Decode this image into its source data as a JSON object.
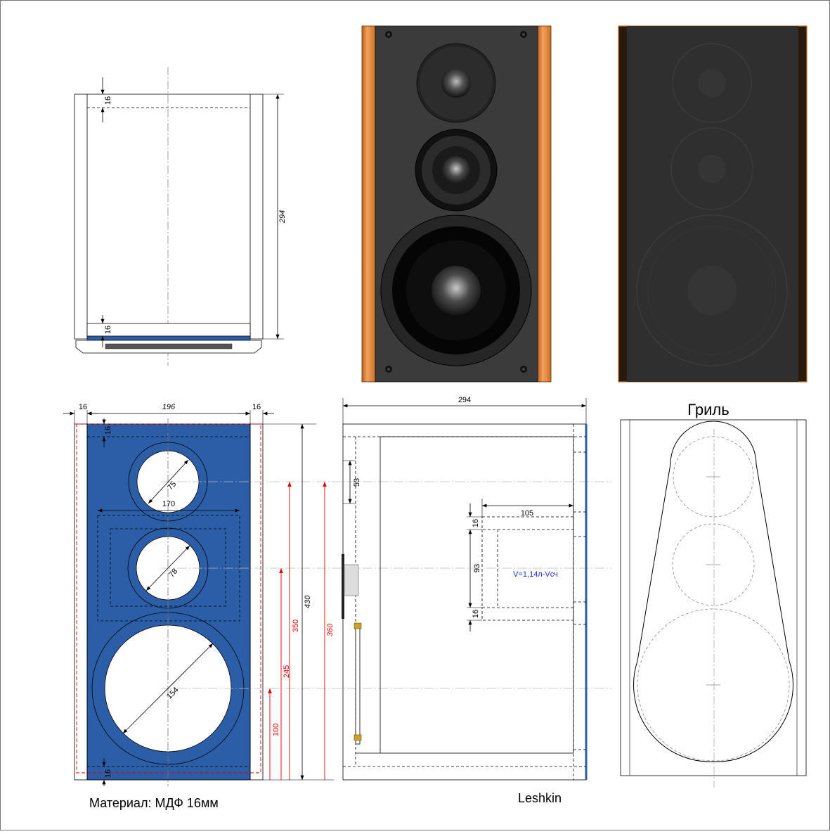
{
  "dimensions": {
    "top_view": {
      "wall_top": "16",
      "wall_bottom": "16",
      "depth": "294"
    },
    "front_panel": {
      "side_left": "16",
      "inner_width": "196",
      "side_right": "16",
      "top_board": "16",
      "bottom_board": "16",
      "height": "430",
      "tweeter_cut": "75",
      "mid_cut": "78",
      "woofer_cut": "154",
      "mid_box_width": "170",
      "woofer_center": "100",
      "mid_center": "245",
      "mid_center_alt": "350",
      "tweeter_center": "360"
    },
    "side_view": {
      "depth": "294",
      "offset": "53",
      "box_depth": "105",
      "box_wall_top": "16",
      "box_inner": "93",
      "box_wall_bottom": "16",
      "volume": "V=1,14л-Vсч"
    }
  },
  "labels": {
    "grille_title": "Гриль",
    "material": "Материал: МДФ 16мм",
    "author": "Leshkin"
  },
  "colors": {
    "panel_blue": "#2b5ea6",
    "wood": "#e8893a",
    "baffle": "#3a3a3a",
    "cone": "#111111",
    "outline_red": "#e00000",
    "volume_text": "#1a2fd8"
  }
}
